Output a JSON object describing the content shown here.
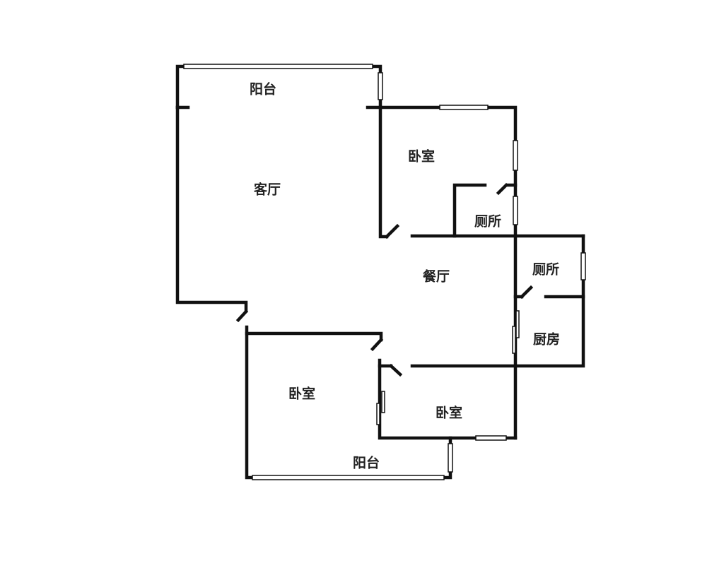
{
  "rooms": {
    "balcony_top": "阳台",
    "living_room": "客厅",
    "bedroom_ne": "卧室",
    "toilet_1": "厕所",
    "dining_room": "餐厅",
    "toilet_2": "厕所",
    "kitchen": "厨房",
    "bedroom_sw": "卧室",
    "bedroom_s": "卧室",
    "balcony_bottom": "阳台"
  }
}
